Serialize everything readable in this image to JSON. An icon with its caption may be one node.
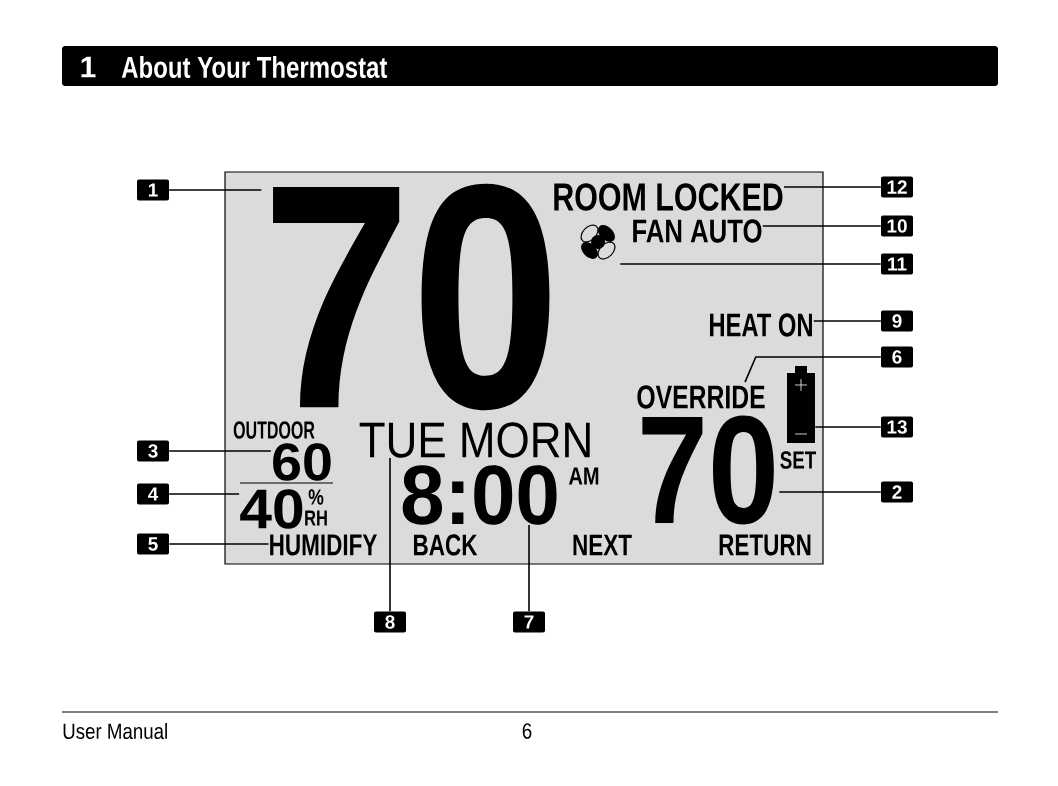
{
  "diagram": {
    "title": "About Your Thermostat",
    "nodes": [
      {
        "text": [
          "70"
        ]
      },
      {
        "text": [
          "ROOM LOCKED"
        ]
      },
      {
        "text": [
          "FAN AUTO"
        ]
      },
      {
        "text": [],
        "shape": "picture"
      },
      {
        "text": [
          "HEAT ON"
        ]
      },
      {
        "text": [
          "OVERRIDE"
        ]
      },
      {
        "text": [],
        "shape": "picture"
      },
      {
        "text": [
          "70"
        ]
      },
      {
        "text": [
          "60"
        ]
      },
      {
        "text": [
          "40"
        ]
      },
      {
        "text": [
          "HUMIDIFY"
        ]
      },
      {
        "text": [
          "TUE MORN"
        ]
      },
      {
        "text": [
          "8:00"
        ]
      },
      {
        "text": [
          "1"
        ]
      },
      {
        "text": [
          "12"
        ]
      },
      {
        "text": [
          "10"
        ]
      },
      {
        "text": [
          "11"
        ]
      },
      {
        "text": [
          "9"
        ]
      },
      {
        "text": [
          "6"
        ]
      },
      {
        "text": [
          "13"
        ]
      },
      {
        "text": [
          "3"
        ]
      },
      {
        "text": [
          "2"
        ]
      },
      {
        "text": [
          "4"
        ]
      },
      {
        "text": [
          "5"
        ]
      },
      {
        "text": [
          "8"
        ]
      },
      {
        "text": [
          "7"
        ]
      }
    ],
    "edges": [
      {
        "from": 13,
        "to": 0,
        "arrow": "none"
      },
      {
        "from": 14,
        "to": 1,
        "arrow": "none"
      },
      {
        "from": 15,
        "to": 2,
        "arrow": "none"
      },
      {
        "from": 16,
        "to": 3,
        "arrow": "none"
      },
      {
        "from": 17,
        "to": 4,
        "arrow": "none"
      },
      {
        "from": 18,
        "to": 5,
        "arrow": "none"
      },
      {
        "from": 19,
        "to": 6,
        "arrow": "none"
      },
      {
        "from": 20,
        "to": 8,
        "arrow": "none"
      },
      {
        "from": 21,
        "to": 7,
        "arrow": "none"
      },
      {
        "from": 22,
        "to": 9,
        "arrow": "none"
      },
      {
        "from": 23,
        "to": 10,
        "arrow": "none"
      },
      {
        "from": 24,
        "to": 11,
        "arrow": "none"
      },
      {
        "from": 25,
        "to": 12,
        "arrow": "none"
      }
    ],
    "labels": [
      "1",
      "OUTDOOR",
      "%",
      "RH",
      "AM",
      "SET",
      "BACK",
      "NEXT",
      "RETURN",
      "User Manual",
      "6"
    ]
  }
}
